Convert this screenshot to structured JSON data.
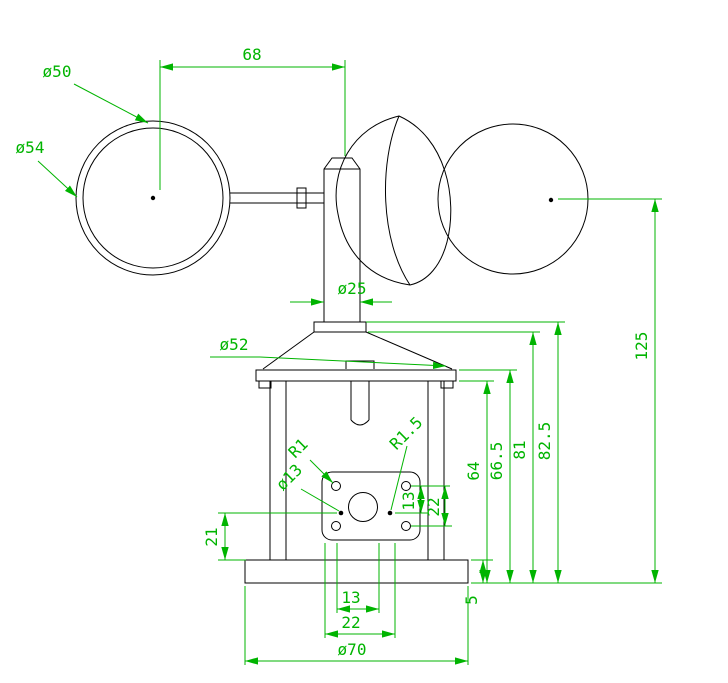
{
  "drawing": {
    "colors": {
      "geometry": "#000000",
      "dimension": "#00b400",
      "background": "#ffffff"
    },
    "dims": {
      "dia50": "ø50",
      "dia54": "ø54",
      "width68": "68",
      "dia25": "ø25",
      "dia52": "ø52",
      "r1": "R1",
      "r1_5": "R1.5",
      "dia13": "ø13",
      "plate13": "13",
      "plate22": "22",
      "h64": "64",
      "h66_5": "66.5",
      "h81": "81",
      "h82_5": "82.5",
      "h125": "125",
      "v21": "21",
      "base5": "5",
      "bottom13": "13",
      "bottom22": "22",
      "dia70": "ø70"
    }
  }
}
